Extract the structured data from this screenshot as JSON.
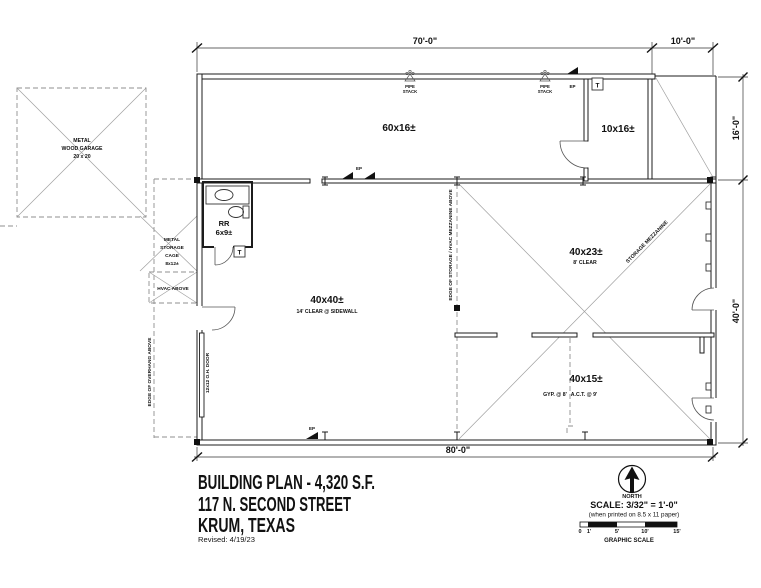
{
  "drawing": {
    "dimensions": {
      "top_width": "70'-0\"",
      "top_right_width": "10'-0\"",
      "right_upper_height": "16'-0\"",
      "right_lower_height": "40'-0\"",
      "bottom_width": "80'-0\""
    },
    "rooms": {
      "top_room": {
        "size": "60x16±"
      },
      "office_room": {
        "size": "10x16±"
      },
      "main_room": {
        "size": "40x40±",
        "note": "14' CLEAR @ SIDEWALL"
      },
      "mezzanine_room": {
        "size": "40x23±",
        "note": "8' CLEAR"
      },
      "back_room": {
        "size": "40x15±",
        "ceiling_left": "GYP. @ 8'",
        "ceiling_right": "A.C.T. @ 9'"
      },
      "restroom": {
        "name": "RR",
        "size": "6x9±"
      }
    },
    "annotations": {
      "garage_lines": [
        "METAL",
        "WOOD GARAGE",
        "20 x 20"
      ],
      "storage_cage_lines": [
        "METAL",
        "STORAGE",
        "CAGE",
        "8x12±"
      ],
      "hvac_above": "HVAC ABOVE",
      "edge_overhang": "EDGE OF OVERHANG ABOVE",
      "oh_door": "12x12 O.H. DOOR",
      "edge_mezzanine": "EDGE OF STORAGE / HVAC MEZZANINE ABOVE",
      "storage_mezzanine": "STORAGE MEZZANINE",
      "pipe_stack_lines": [
        "PIPE",
        "STACK"
      ],
      "ep": "EP",
      "thermostat": "T"
    }
  },
  "title_block": {
    "line1": "BUILDING PLAN - 4,320 S.F.",
    "line2": "117 N. SECOND STREET",
    "line3": "KRUM, TEXAS",
    "revised": "Revised: 4/19/23"
  },
  "scale_block": {
    "north": "NORTH",
    "scale": "SCALE: 3/32\" = 1'-0\"",
    "note": "(when printed on 8.5 x 11 paper)",
    "graphic_scale": "GRAPHIC SCALE",
    "ticks": [
      "0",
      "1'",
      "5'",
      "10'",
      "15'"
    ]
  },
  "colors": {
    "wall_line": "#1c1c1c",
    "thin_line": "#a0a0a0",
    "dashed_line": "#8f8f8f",
    "background": "#ffffff"
  }
}
